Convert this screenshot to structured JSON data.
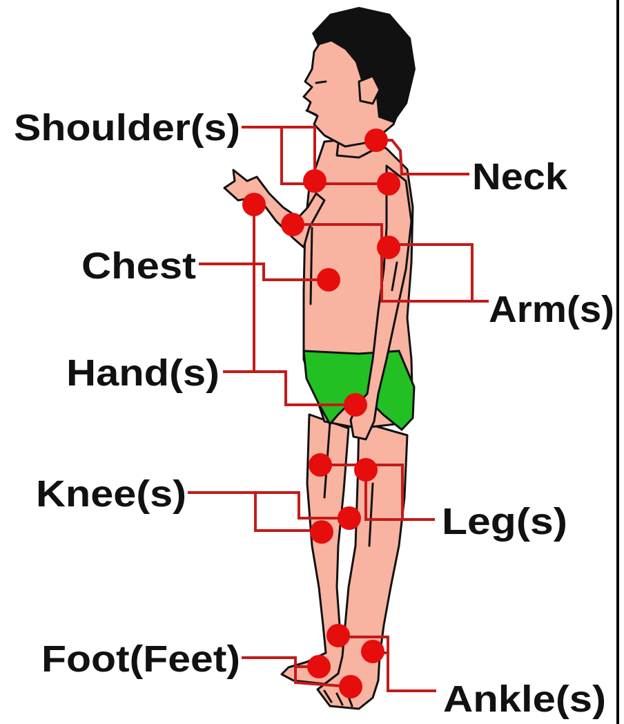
{
  "labels": {
    "shoulders": "Shoulder(s)",
    "neck": "Neck",
    "chest": "Chest",
    "arms": "Arm(s)",
    "hands": "Hand(s)",
    "knees": "Knee(s)",
    "legs": "Leg(s)",
    "feet": "Foot(Feet)",
    "ankles": "Ankle(s)"
  },
  "colors": {
    "marker": "#e60d0d",
    "leader_line": "#c41a1a",
    "skin": "#f8b3a1",
    "swim_trunks": "#22c022",
    "hair": "#111111",
    "text": "#111111",
    "frame_border": "#000000"
  }
}
